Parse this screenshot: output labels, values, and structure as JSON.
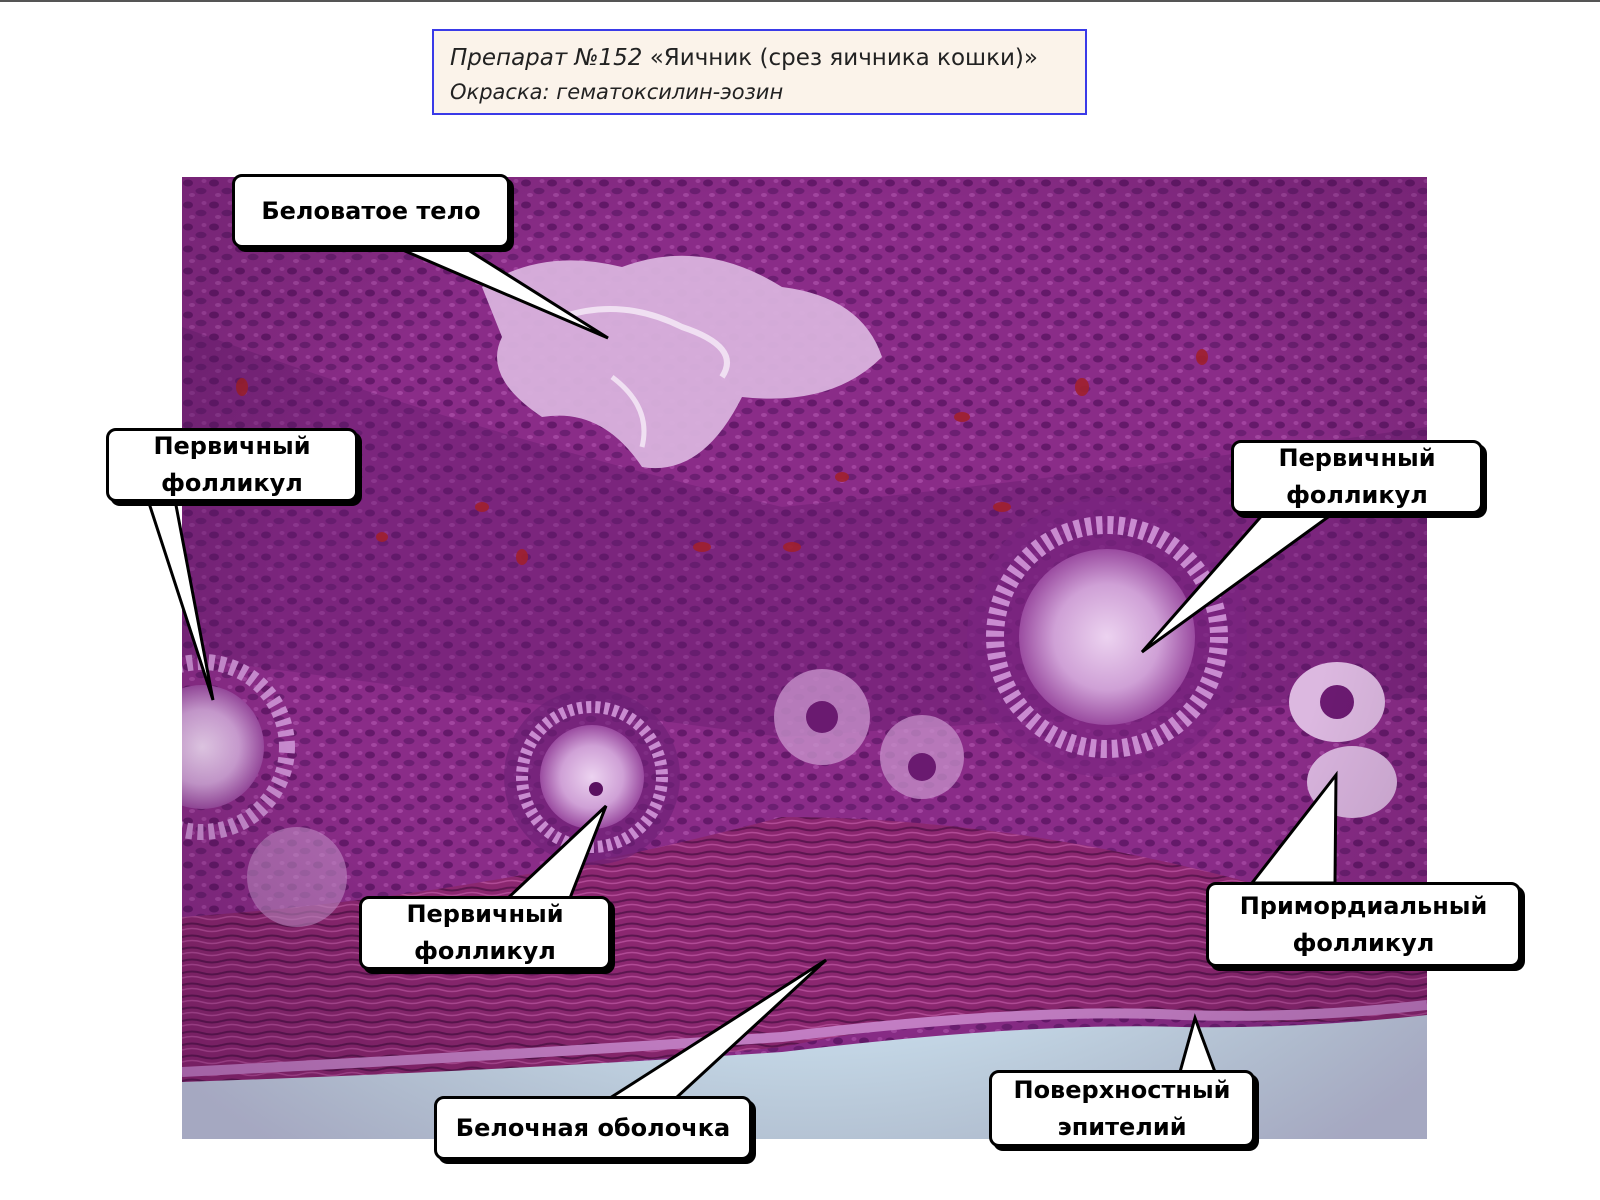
{
  "caption": {
    "line1_prefix": "Препарат №152",
    "line1_title": "«Яичник (срез яичника кошки)»",
    "line2": "Окраска: гематоксилин-эозин"
  },
  "labels": {
    "corpus_albicans": "Беловатое тело",
    "primary_follicle_left_l1": "Первичный",
    "primary_follicle_left_l2": "фолликул",
    "primary_follicle_right_l1": "Первичный",
    "primary_follicle_right_l2": "фолликул",
    "primary_follicle_center_l1": "Первичный",
    "primary_follicle_center_l2": "фолликул",
    "primordial_follicle_l1": "Примордиальный",
    "primordial_follicle_l2": "фолликул",
    "tunica_albuginea": "Белочная оболочка",
    "surface_epithelium_l1": "Поверхностный",
    "surface_epithelium_l2": "эпителий"
  },
  "colors": {
    "stroma": "#8e2e8a",
    "stroma_dark": "#6d1f73",
    "pale_tissue": "#d8b0dc",
    "background_glass": "#c9dcec",
    "caption_border": "#3a3ae8"
  }
}
